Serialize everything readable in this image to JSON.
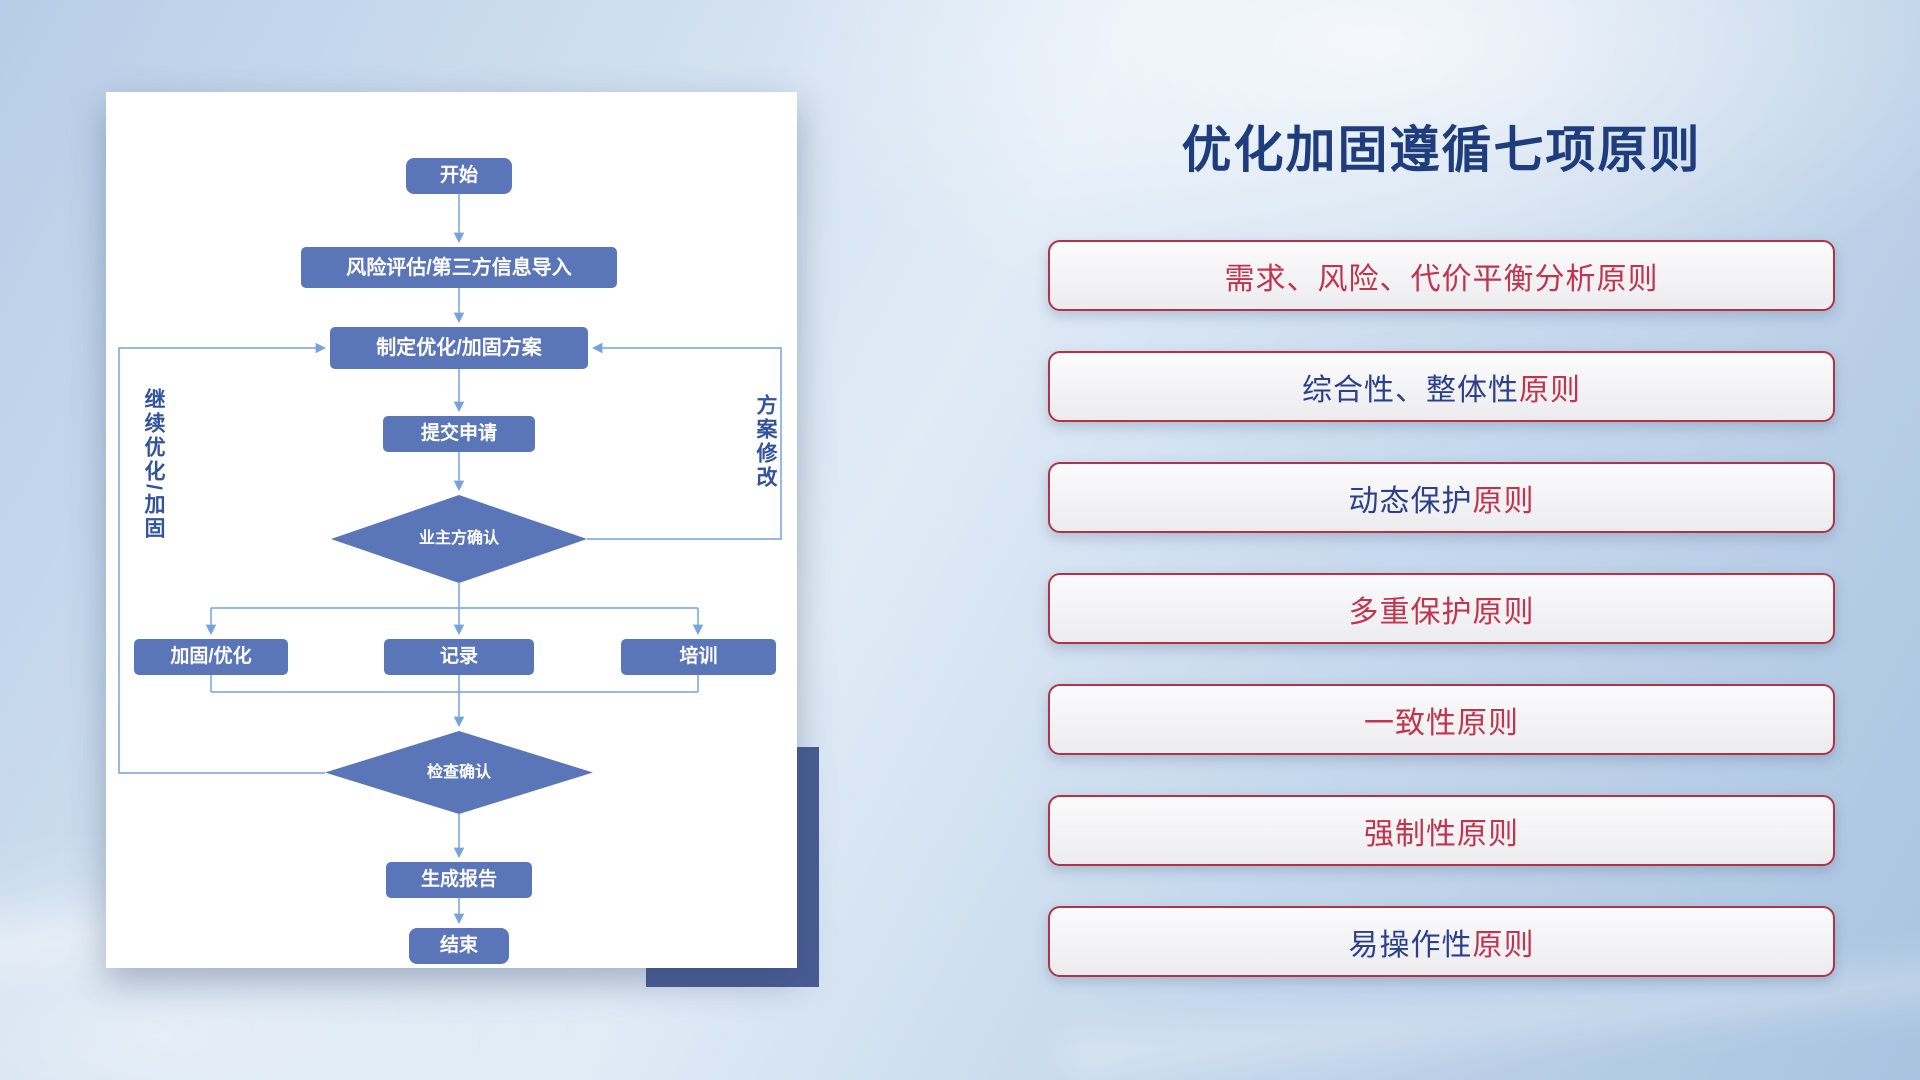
{
  "colors": {
    "red": "#c2334d",
    "blue": "#2b3f8c",
    "title_blue": "#1f3d7c",
    "node_blue": "#5b76b8",
    "line_blue": "#74a4dc",
    "accent_rect": "#4a5c94",
    "principle_border": "#b23246"
  },
  "title": "优化加固遵循七项原则",
  "flowchart": {
    "nodes": {
      "start": "开始",
      "risk_import": "风险评估/第三方信息导入",
      "make_plan": "制定优化/加固方案",
      "submit": "提交申请",
      "owner_confirm": "业主方确认",
      "reinforce": "加固/优化",
      "record": "记录",
      "training": "培训",
      "check_confirm": "检查确认",
      "report": "生成报告",
      "end": "结束"
    },
    "loop_labels": {
      "left": "继续优化/加固",
      "right": "方案修改"
    }
  },
  "principles": [
    {
      "segments": [
        {
          "text": "需求、风险、代价平衡分析原则",
          "color": "red"
        }
      ]
    },
    {
      "segments": [
        {
          "text": "综合性、整体性",
          "color": "blue"
        },
        {
          "text": "原则",
          "color": "red"
        }
      ]
    },
    {
      "segments": [
        {
          "text": "动态保护",
          "color": "blue"
        },
        {
          "text": "原则",
          "color": "red"
        }
      ]
    },
    {
      "segments": [
        {
          "text": "多重保护原则",
          "color": "red"
        }
      ]
    },
    {
      "segments": [
        {
          "text": "一致性原则",
          "color": "red"
        }
      ]
    },
    {
      "segments": [
        {
          "text": "强制性原则",
          "color": "red"
        }
      ]
    },
    {
      "segments": [
        {
          "text": "易操作性",
          "color": "blue"
        },
        {
          "text": "原则",
          "color": "red"
        }
      ]
    }
  ]
}
